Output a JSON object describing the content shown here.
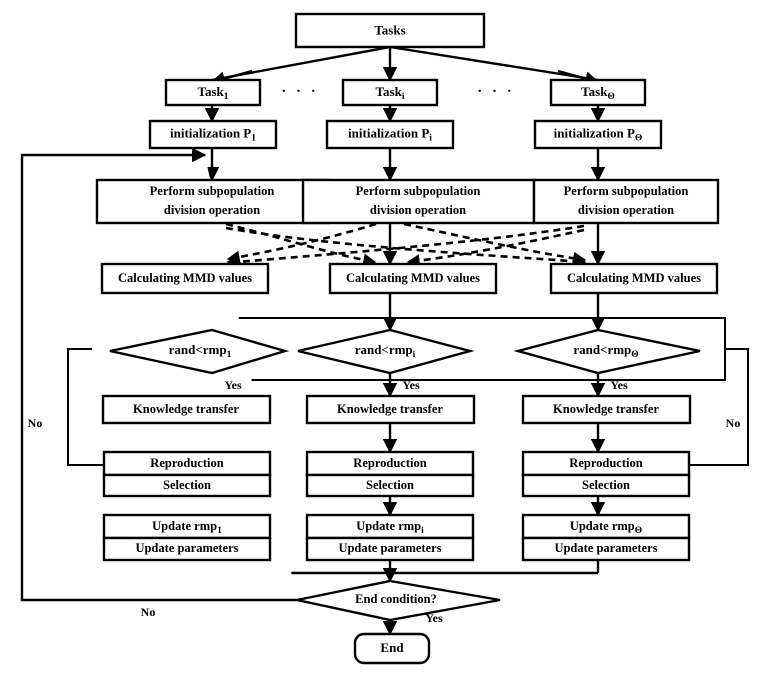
{
  "diagram": {
    "title": "Multi-task optimization flowchart",
    "type": "flowchart",
    "root": {
      "label": "Tasks"
    },
    "ellipsis": {
      "left": "· · ·",
      "right": "· · ·"
    },
    "columns": [
      {
        "id": "col-1",
        "task": "Task",
        "task_sub": "1",
        "initialization": "initialization P",
        "initialization_sub": "1",
        "subpopulation_line1": "Perform subpopulation",
        "subpopulation_line2": "division operation",
        "mmd": "Calculating MMD values",
        "decision": "rand<rmp",
        "decision_sub": "1",
        "knowledge_transfer": "Knowledge transfer",
        "reproduction": "Reproduction",
        "selection": "Selection",
        "update_rmp": "Update rmp",
        "update_rmp_sub": "1",
        "update_parameters": "Update parameters"
      },
      {
        "id": "col-i",
        "task": "Task",
        "task_sub": "i",
        "initialization": "initialization P",
        "initialization_sub": "i",
        "subpopulation_line1": "Perform subpopulation",
        "subpopulation_line2": "division operation",
        "mmd": "Calculating MMD values",
        "decision": "rand<rmp",
        "decision_sub": "i",
        "knowledge_transfer": "Knowledge transfer",
        "reproduction": "Reproduction",
        "selection": "Selection",
        "update_rmp": "Update rmp",
        "update_rmp_sub": "i",
        "update_parameters": "Update parameters"
      },
      {
        "id": "col-theta",
        "task": "Task",
        "task_sub": "Θ",
        "initialization": "initialization P",
        "initialization_sub": "Θ",
        "subpopulation_line1": "Perform subpopulation",
        "subpopulation_line2": "division operation",
        "mmd": "Calculating MMD values",
        "decision": "rand<rmp",
        "decision_sub": "Θ",
        "knowledge_transfer": "Knowledge transfer",
        "reproduction": "Reproduction",
        "selection": "Selection",
        "update_rmp": "Update rmp",
        "update_rmp_sub": "Θ",
        "update_parameters": "Update parameters"
      }
    ],
    "end_condition": {
      "label": "End condition?"
    },
    "end": {
      "label": "End"
    },
    "edge_labels": {
      "yes_col1": "Yes",
      "yes_coli": "Yes",
      "yes_coltheta": "Yes",
      "no_left": "No",
      "no_right": "No",
      "no_bottom": "No",
      "yes_end": "Yes"
    },
    "colors": {
      "stroke": "#000000",
      "fill": "#ffffff",
      "background": "#ffffff"
    }
  }
}
